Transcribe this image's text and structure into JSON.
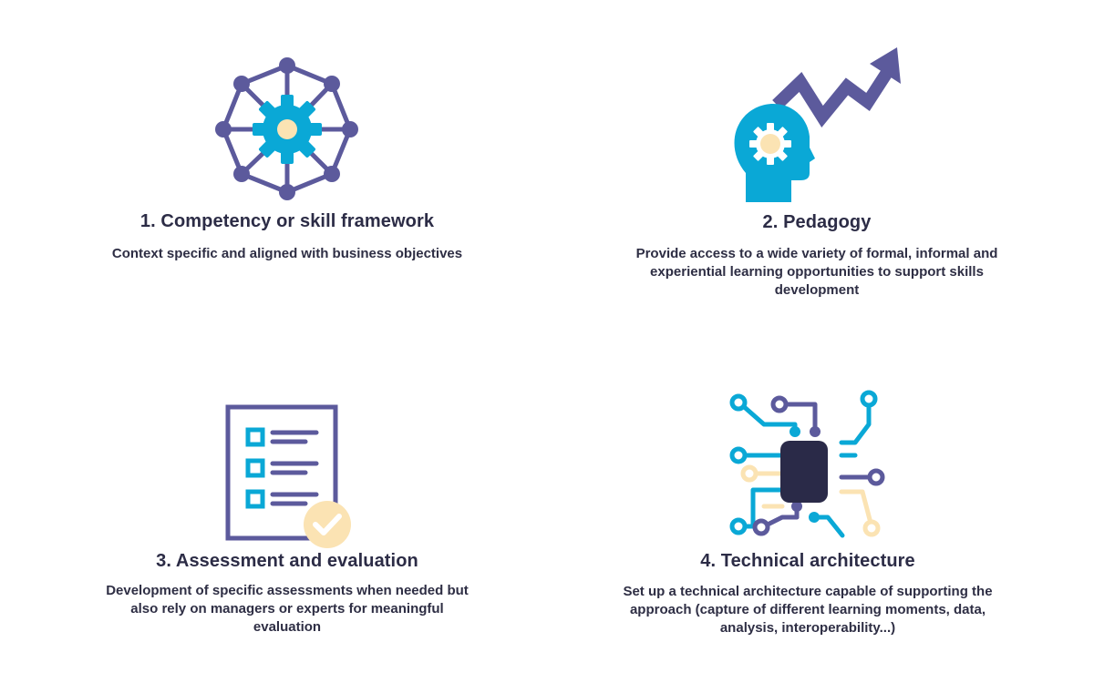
{
  "colors": {
    "purple": "#5c5a9c",
    "cyan": "#0aa8d6",
    "cream": "#fbe3b3",
    "navy": "#2a2a48",
    "text": "#2c2c46"
  },
  "items": [
    {
      "icon": "gear-network-icon",
      "title": "1. Competency or skill framework",
      "description": "Context specific and aligned with business objectives"
    },
    {
      "icon": "head-gear-growth-icon",
      "title": "2. Pedagogy",
      "description": "Provide access to a wide variety of formal, informal and experiential learning opportunities to support skills development"
    },
    {
      "icon": "checklist-icon",
      "title": "3. Assessment and evaluation",
      "description": "Development of specific assessments when needed but also rely on managers or experts for meaningful evaluation"
    },
    {
      "icon": "circuit-chip-icon",
      "title": "4. Technical architecture",
      "description": "Set up a technical architecture capable of supporting the approach (capture of different learning moments, data, analysis, interoperability...)"
    }
  ]
}
